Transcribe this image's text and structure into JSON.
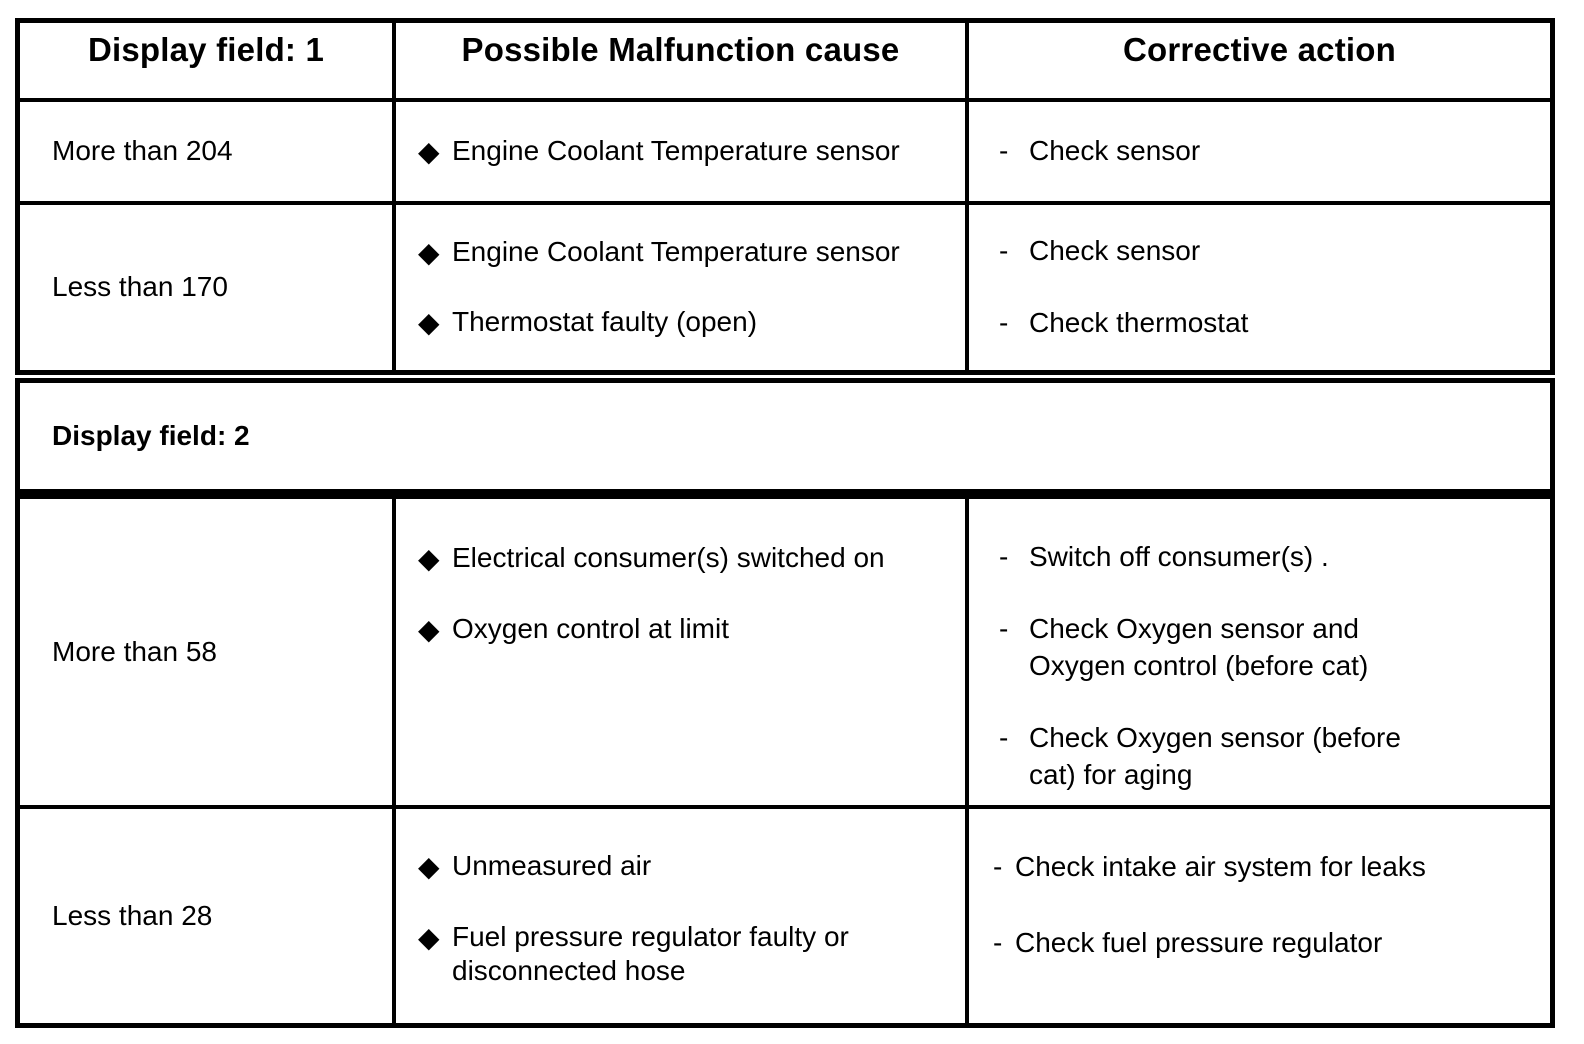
{
  "table": {
    "headers": {
      "field": "Display field: 1",
      "cause": "Possible Malfunction cause",
      "action": "Corrective action"
    },
    "icons": {
      "bullet": "black-diamond",
      "bullet_glyph": "◆",
      "dash_glyph": "-"
    },
    "colors": {
      "border": "#000000",
      "text": "#000000",
      "background": "#ffffff"
    },
    "section_1": {
      "rows": [
        {
          "field": "More than 204",
          "causes": [
            "Engine Coolant Temperature sensor"
          ],
          "actions": [
            "Check sensor"
          ]
        },
        {
          "field": "Less than 170",
          "causes": [
            "Engine Coolant Temperature sensor",
            "Thermostat faulty (open)"
          ],
          "actions": [
            "Check sensor",
            "Check thermostat"
          ]
        }
      ]
    },
    "section_2_band": {
      "label": "Display field: 2"
    },
    "section_2": {
      "rows": [
        {
          "field": "More than 58",
          "causes": [
            "Electrical consumer(s) switched on",
            "Oxygen control at limit"
          ],
          "actions": [
            "Switch off consumer(s) .",
            "Check Oxygen sensor and\nOxygen control (before cat)",
            "Check Oxygen sensor (before\ncat) for aging"
          ]
        },
        {
          "field": "Less than 28",
          "causes": [
            "Unmeasured air",
            "Fuel pressure regulator faulty or\ndisconnected hose"
          ],
          "actions": [
            "Check intake air system for leaks",
            "Check fuel pressure regulator"
          ]
        }
      ]
    }
  }
}
